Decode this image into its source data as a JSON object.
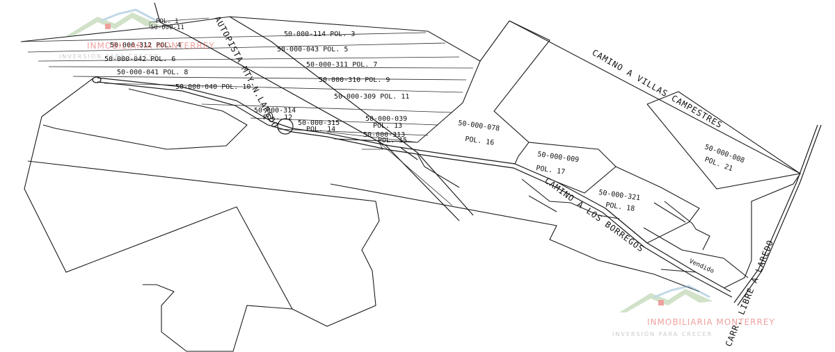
{
  "map": {
    "roads": {
      "autopista": "AUTOPISTA MTY-N.LAREDO",
      "villas": "CAMINO A VILLAS CAMPESTRES",
      "borregos": "CAMINO A LOS BORREGOS",
      "carretera": "CARR. LIBRE A LAREDO",
      "vendido": "Vendido"
    },
    "parcels": [
      {
        "id": "p1",
        "code": "50-000-11",
        "pol": "POL. 1"
      },
      {
        "id": "p2",
        "code": "50-000-114",
        "pol": "POL. 3"
      },
      {
        "id": "p3",
        "code": "50-000-312",
        "pol": "POL. 4"
      },
      {
        "id": "p4",
        "code": "50-000-043",
        "pol": "POL. 5"
      },
      {
        "id": "p5",
        "code": "50-000-042",
        "pol": "POL. 6"
      },
      {
        "id": "p6",
        "code": "50-000-311",
        "pol": "POL. 7"
      },
      {
        "id": "p7",
        "code": "50-000-041",
        "pol": "POL. 8"
      },
      {
        "id": "p8",
        "code": "50-000-310",
        "pol": "POL. 9"
      },
      {
        "id": "p9",
        "code": "50-000-040",
        "pol": "POL. 10"
      },
      {
        "id": "p10",
        "code": "50-000-309",
        "pol": "POL. 11"
      },
      {
        "id": "p11",
        "code": "50-000-314",
        "pol": "POL. 12"
      },
      {
        "id": "p12",
        "code": "50-000-039",
        "pol": "POL. 13"
      },
      {
        "id": "p13",
        "code": "50-000-315",
        "pol": "POL. 14"
      },
      {
        "id": "p14",
        "code": "50-000-313",
        "pol": "POL. 15"
      },
      {
        "id": "p15",
        "code": "50-000-078",
        "pol": "POL. 16"
      },
      {
        "id": "p16",
        "code": "50-000-009",
        "pol": "POL. 17"
      },
      {
        "id": "p17",
        "code": "50-000-321",
        "pol": "POL. 18"
      },
      {
        "id": "p18",
        "code": "50-000-008",
        "pol": "POL. 21"
      }
    ],
    "watermark": {
      "brand": "INMOBILIARIA MONTERREY",
      "tagline": "INVERSIÓN PARA CRECER"
    }
  }
}
